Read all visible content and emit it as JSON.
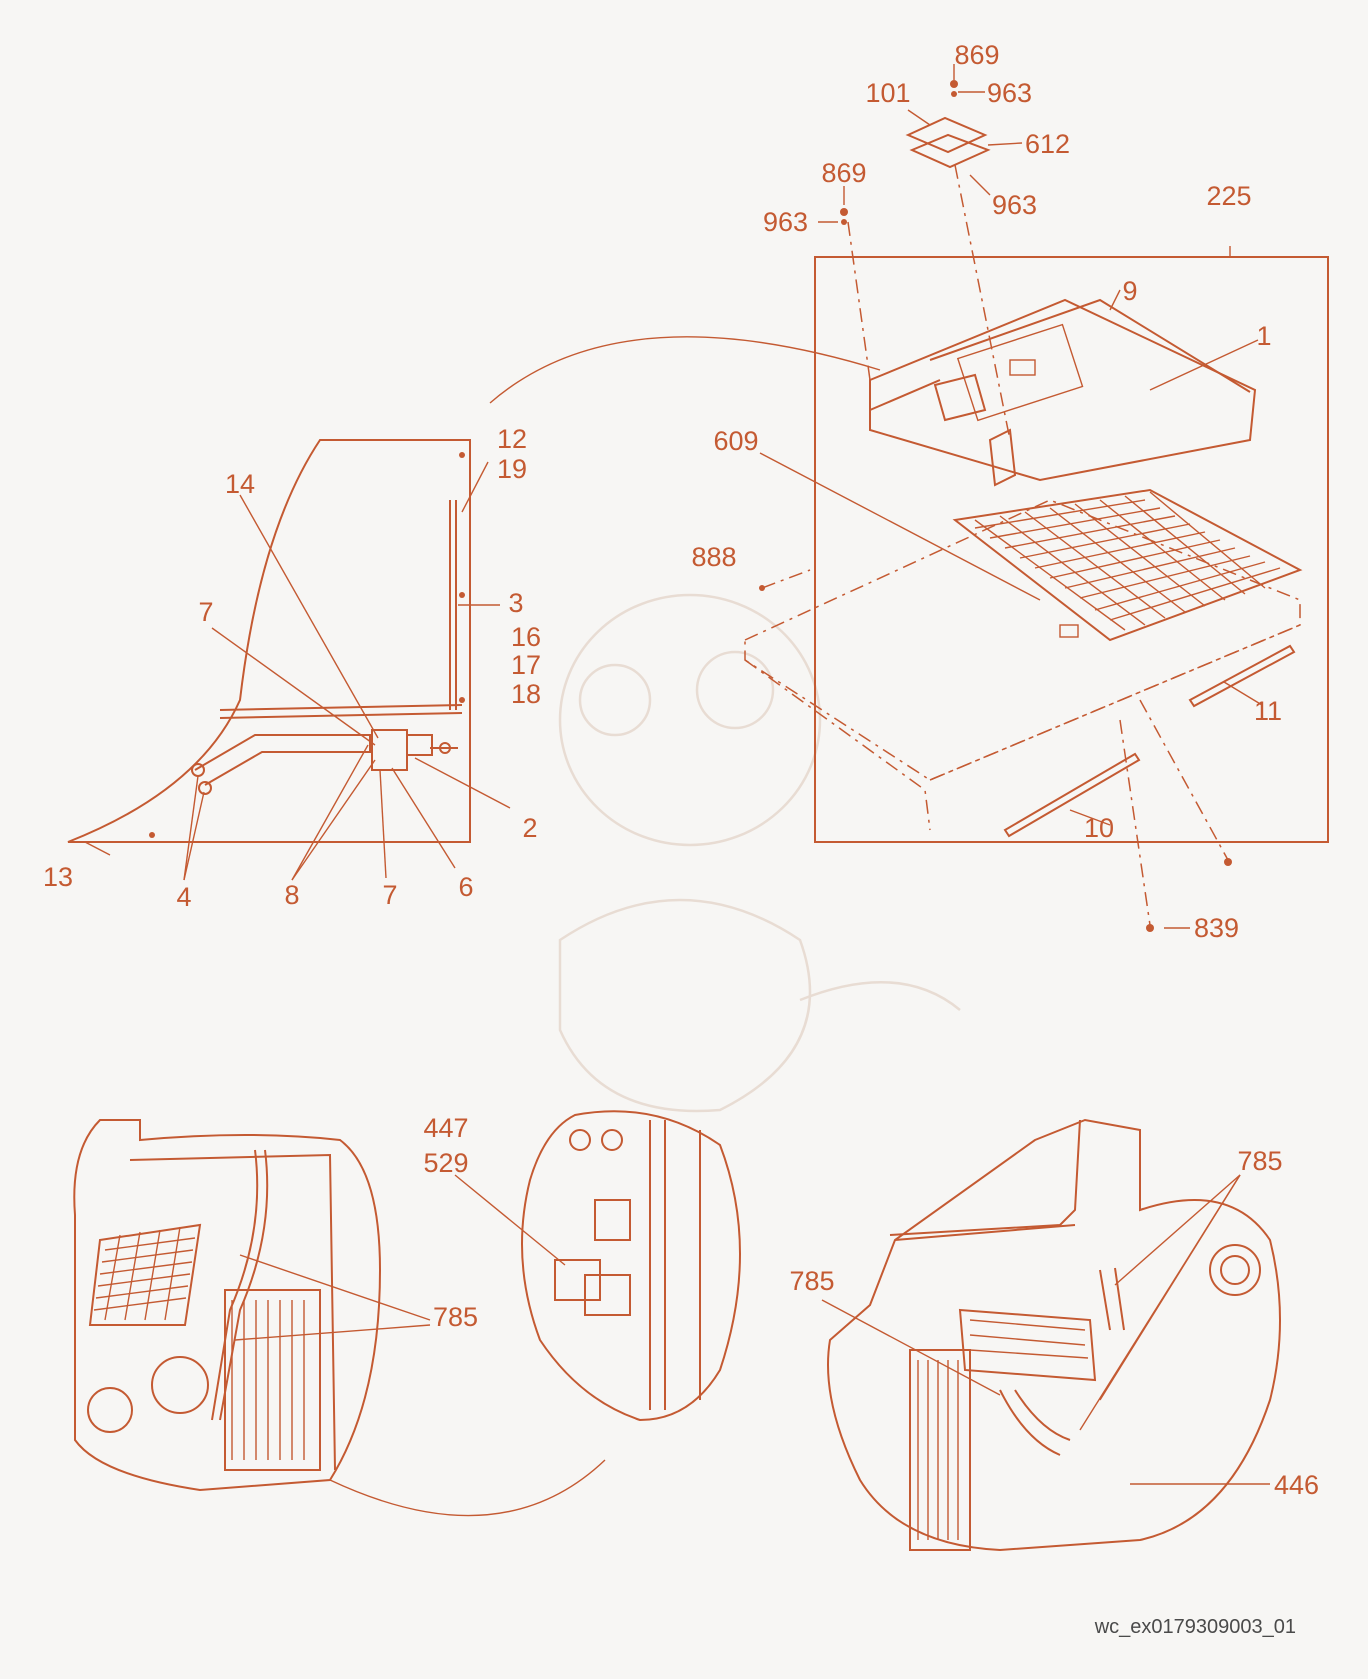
{
  "doc_id": "wc_ex0179309003_01",
  "colors": {
    "line": "#c45a32",
    "background": "#f7f6f4",
    "caption": "#4a4a4a"
  },
  "callouts": {
    "c869a": "869",
    "c963a": "963",
    "c101": "101",
    "c612": "612",
    "c963b": "963",
    "c869b": "869",
    "c963c": "963",
    "c225": "225",
    "c9": "9",
    "c1": "1",
    "c609": "609",
    "c888": "888",
    "c11": "11",
    "c10": "10",
    "c839": "839",
    "c12": "12",
    "c19": "19",
    "c14": "14",
    "c3": "3",
    "c16": "16",
    "c17": "17",
    "c18": "18",
    "c7a": "7",
    "c2": "2",
    "c13": "13",
    "c4": "4",
    "c8": "8",
    "c7b": "7",
    "c6": "6",
    "c447": "447",
    "c529": "529",
    "c785a": "785",
    "c785b": "785",
    "c785c": "785",
    "c446": "446"
  }
}
